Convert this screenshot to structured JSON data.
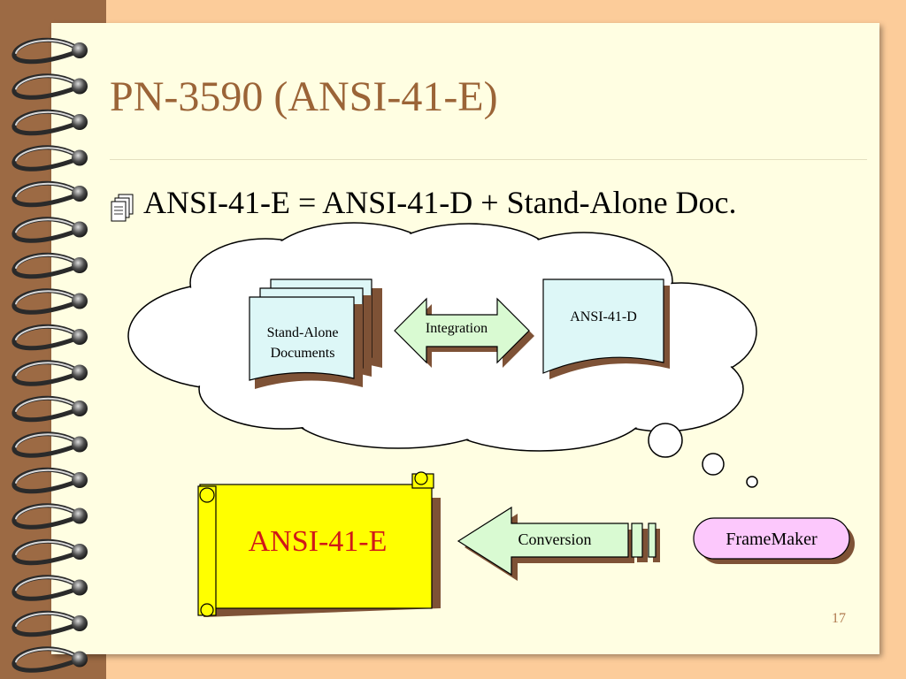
{
  "slide": {
    "title": "PN-3590 (ANSI-41-E)",
    "bullet": "ANSI-41-E = ANSI-41-D + Stand-Alone Doc.",
    "page_number": "17"
  },
  "diagram": {
    "stand_alone_line1": "Stand-Alone",
    "stand_alone_line2": "Documents",
    "integration_label": "Integration",
    "ansi_d_label": "ANSI-41-D",
    "ansi_e_label": "ANSI-41-E",
    "conversion_label": "Conversion",
    "framemaker_label": "FrameMaker"
  },
  "colors": {
    "spine": "#9c6a44",
    "background": "#fccc9a",
    "page": "#fffee2",
    "title": "#9b6437",
    "doc_fill": "#ddf7f7",
    "arrow_fill": "#d9fad2",
    "scroll_fill": "#ffff00",
    "scroll_text": "#d01818",
    "pill_fill": "#fcc8fc"
  },
  "icons": [
    "spiral-ring-icon",
    "notepad-bullet-icon"
  ]
}
